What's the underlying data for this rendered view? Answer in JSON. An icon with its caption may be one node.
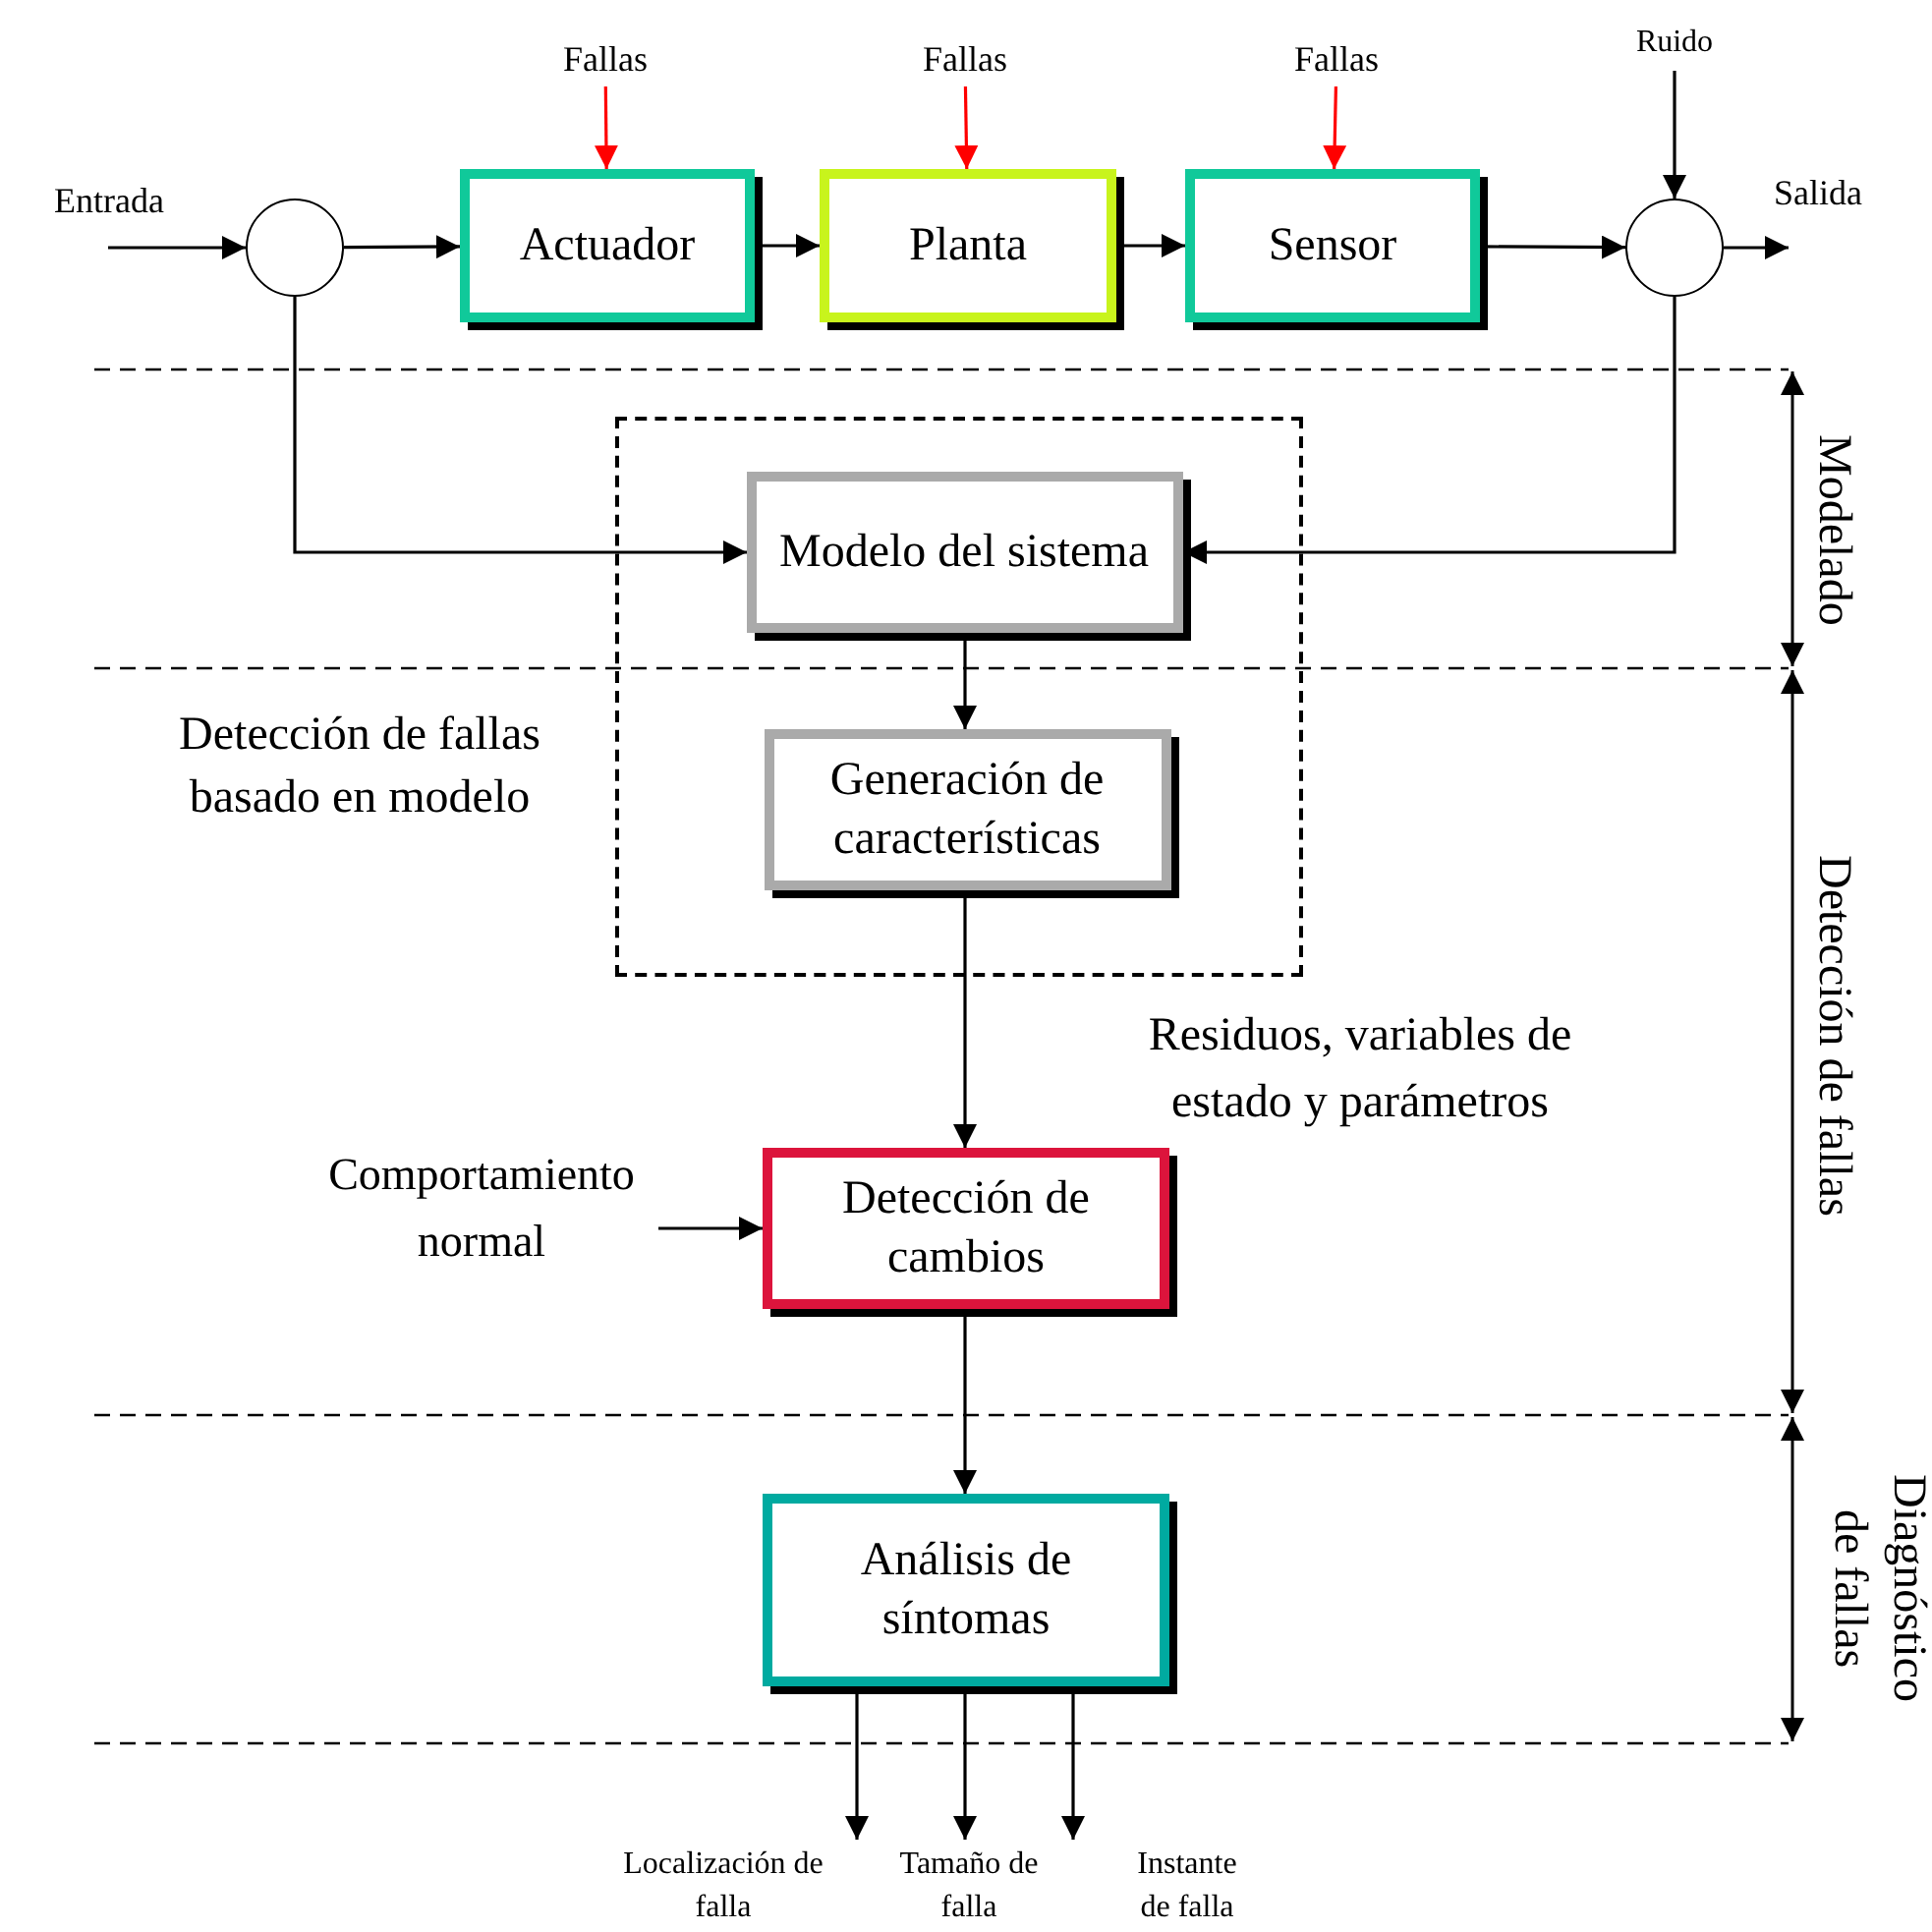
{
  "diagram": {
    "nodes": [
      {
        "text": [
          "Fallas"
        ]
      },
      {
        "text": [
          "Fallas"
        ]
      },
      {
        "text": [
          "Fallas"
        ]
      },
      {
        "text": [
          "Ruido"
        ]
      },
      {
        "text": [],
        "shape": "circle"
      },
      {
        "text": [
          "Actuador"
        ]
      },
      {
        "text": [
          "Planta"
        ]
      },
      {
        "text": [
          "Sensor"
        ]
      },
      {
        "text": [],
        "shape": "circle"
      },
      {
        "text": [
          "Detección de fallas basado en modelo"
        ]
      },
      {
        "text": [
          "Modelo del sistema"
        ],
        "in": 9
      },
      {
        "text": [
          "Generación de características"
        ],
        "in": 9
      },
      {
        "text": [
          "Detección de cambios"
        ]
      },
      {
        "text": [
          "Análisis de síntomas"
        ]
      },
      {
        "text": [
          "Comportamiento normal"
        ]
      },
      {
        "text": [
          "Localización de falla"
        ]
      },
      {
        "text": [
          "Tamaño de falla"
        ]
      },
      {
        "text": [
          "Instante de falla"
        ]
      }
    ],
    "edges": [
      {
        "from": 0,
        "to": 5,
        "arrow": "to",
        "color": "#ff0000"
      },
      {
        "from": 1,
        "to": 6,
        "arrow": "to",
        "color": "#ff0000"
      },
      {
        "from": 2,
        "to": 7,
        "arrow": "to",
        "color": "#ff0000"
      },
      {
        "from": 3,
        "to": 8,
        "arrow": "to"
      },
      {
        "from": null,
        "to": 4,
        "arrow": "to"
      },
      {
        "from": 4,
        "to": 5,
        "arrow": "to"
      },
      {
        "from": 5,
        "to": 6,
        "arrow": "to"
      },
      {
        "from": 6,
        "to": 7,
        "arrow": "to"
      },
      {
        "from": 7,
        "to": 8,
        "arrow": "to"
      },
      {
        "from": 8,
        "to": null,
        "arrow": "to"
      },
      {
        "from": 4,
        "to": 10,
        "arrow": "to"
      },
      {
        "from": 8,
        "to": 10,
        "arrow": "to"
      },
      {
        "from": 10,
        "to": 11,
        "arrow": "to"
      },
      {
        "from": 11,
        "to": 12,
        "arrow": "to",
        "label": "Residuos, variables de estado y parámetros"
      },
      {
        "from": 14,
        "to": 12,
        "arrow": "to"
      },
      {
        "from": 12,
        "to": 13,
        "arrow": "to"
      },
      {
        "from": 13,
        "to": 15,
        "arrow": "to"
      },
      {
        "from": 13,
        "to": 16,
        "arrow": "to"
      },
      {
        "from": 13,
        "to": 17,
        "arrow": "to"
      }
    ],
    "labels": [
      "Entrada",
      "Salida",
      "Modelado",
      "Detección de fallas",
      "Diagnóstico de fallas"
    ]
  }
}
